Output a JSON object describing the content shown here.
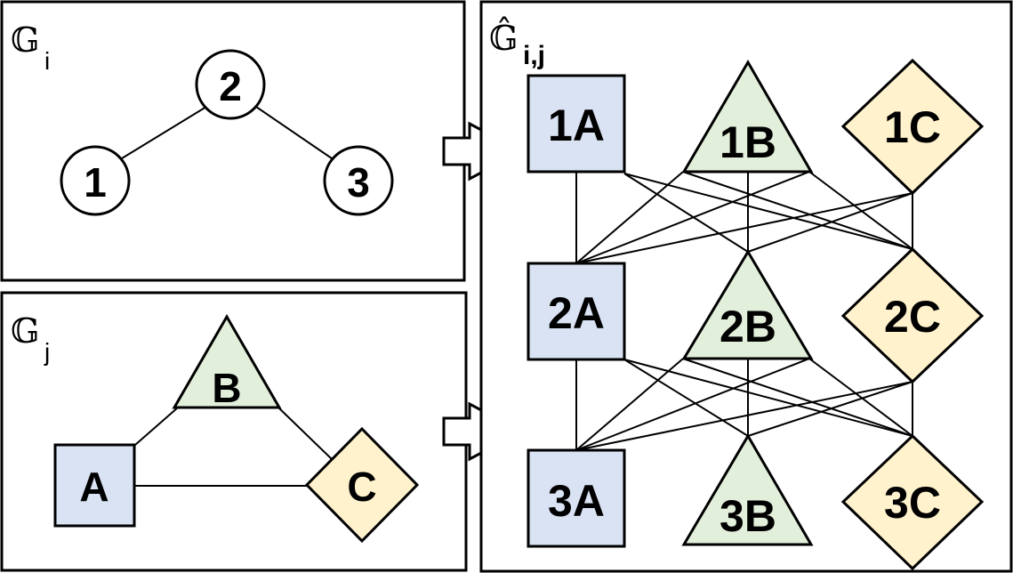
{
  "panels": {
    "gi": {
      "title_main": "𝔾",
      "title_sub": "i"
    },
    "gj": {
      "title_main": "𝔾",
      "title_sub": "j"
    },
    "gij": {
      "title_main": "𝔾̂",
      "title_sub": "i,j"
    }
  },
  "graph_i": {
    "nodes": {
      "n1": "1",
      "n2": "2",
      "n3": "3"
    }
  },
  "graph_j": {
    "nodes": {
      "A": "A",
      "B": "B",
      "C": "C"
    }
  },
  "product_graph": {
    "nodes": {
      "n1A": "1A",
      "n1B": "1B",
      "n1C": "1C",
      "n2A": "2A",
      "n2B": "2B",
      "n2C": "2C",
      "n3A": "3A",
      "n3B": "3B",
      "n3C": "3C"
    }
  },
  "colors": {
    "square_fill": "#dae3f3",
    "triangle_fill": "#e2efda",
    "diamond_fill": "#fff2cc",
    "stroke": "#000000"
  }
}
